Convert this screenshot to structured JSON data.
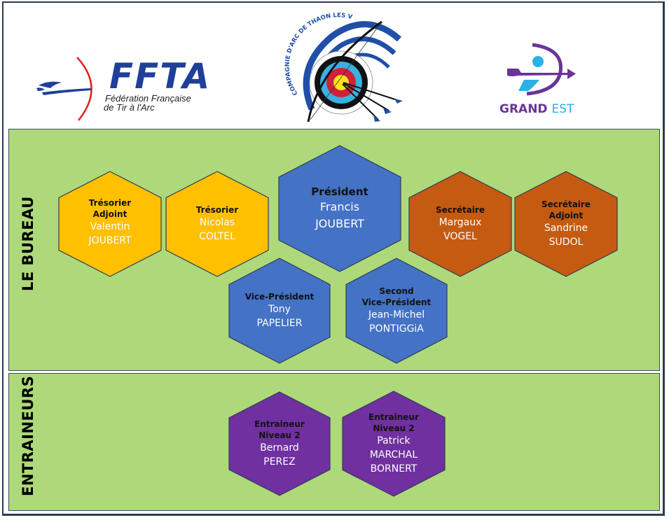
{
  "logos": {
    "ffta": {
      "acronym": "FFTA",
      "line1": "Fédération Française",
      "line2": "de Tir à l'Arc"
    },
    "club": {
      "arc_text": "COMPAGNIE D'ARC DE THAON LES VOSGES"
    },
    "grand_est": {
      "word1": "GRAND",
      "word2": "EST"
    }
  },
  "colors": {
    "panel": "#aed97a",
    "gold": "#ffc000",
    "blue": "#4472c4",
    "orange": "#c55a11",
    "purple": "#7030a0"
  },
  "sections": {
    "bureau": {
      "label": "LE BUREAU",
      "members": [
        {
          "role": "Trésorier Adjoint",
          "role_lines": [
            "Trésorier",
            "Adjoint"
          ],
          "first": "Valentin",
          "last": "JOUBERT",
          "color": "gold"
        },
        {
          "role": "Trésorier",
          "role_lines": [
            "Trésorier"
          ],
          "first": "Nicolas",
          "last": "COLTEL",
          "color": "gold"
        },
        {
          "role": "Président",
          "role_lines": [
            "Président"
          ],
          "first": "Francis",
          "last": "JOUBERT",
          "color": "blue"
        },
        {
          "role": "Secrétaire",
          "role_lines": [
            "Secrétaire"
          ],
          "first": "Margaux",
          "last": "VOGEL",
          "color": "orange"
        },
        {
          "role": "Secrétaire Adjoint",
          "role_lines": [
            "Secrétaire",
            "Adjoint"
          ],
          "first": "Sandrine",
          "last": "SUDOL",
          "color": "orange"
        },
        {
          "role": "Vice-Président",
          "role_lines": [
            "Vice-Président"
          ],
          "first": "Tony",
          "last": "PAPELIER",
          "color": "blue"
        },
        {
          "role": "Second Vice-Président",
          "role_lines": [
            "Second",
            "Vice-Président"
          ],
          "first": "Jean-Michel",
          "last": "PONTIGGiA",
          "color": "blue"
        }
      ]
    },
    "entraineurs": {
      "label": "ENTRAINEURS",
      "members": [
        {
          "role": "Entraineur Niveau 2",
          "role_lines": [
            "Entraineur",
            "Niveau 2"
          ],
          "first": "Bernard",
          "last": "PEREZ",
          "color": "purple"
        },
        {
          "role": "Entraineur Niveau 2",
          "role_lines": [
            "Entraineur",
            "Niveau 2"
          ],
          "first": "Patrick",
          "last": "MARCHAL",
          "last2": "BORNERT",
          "color": "purple"
        }
      ]
    }
  }
}
